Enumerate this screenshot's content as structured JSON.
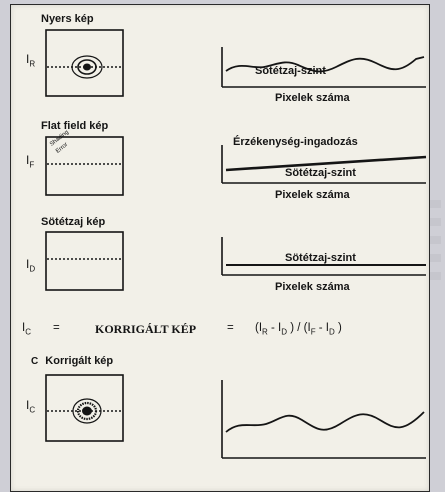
{
  "panels": [
    {
      "title": "Nyers kép",
      "var_main": "I",
      "var_sub": "R",
      "signal_label": "Sötétzaj-szint",
      "axis_label": "Pixelek száma"
    },
    {
      "title": "Flat field kép",
      "var_main": "I",
      "var_sub": "F",
      "image_note_1": "Shading",
      "image_note_2": "Error",
      "signal_label_1": "Érzékenység-ingadozás",
      "signal_label_2": "Sötétzaj-szint",
      "axis_label": "Pixelek száma"
    },
    {
      "title": "Sötétzaj kép",
      "var_main": "I",
      "var_sub": "D",
      "signal_label": "Sötétzaj-szint",
      "axis_label": "Pixelek száma"
    },
    {
      "prefix": "C",
      "title": "Korrigált kép",
      "var_main": "I",
      "var_sub": "C"
    }
  ],
  "formula": {
    "lhs_main": "I",
    "lhs_sub": "C",
    "eq": "=",
    "name": "KORRIGÁLT KÉP",
    "eq2": "=",
    "open1": "(I",
    "r_sub": "R",
    "minus1": "- I",
    "d_sub": "D",
    "close_div_open": ") / (I",
    "f_sub": "F",
    "minus2": "- I",
    "d2_sub": "D",
    "close": ")"
  }
}
